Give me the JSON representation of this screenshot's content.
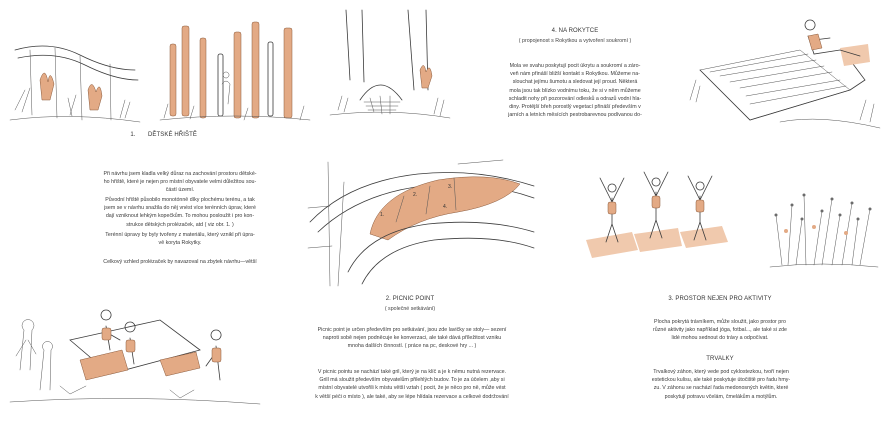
{
  "sections": {
    "playground": {
      "number": "1.",
      "title": "DĚTSKÉ HŘIŠTĚ",
      "paragraphs": [
        "Při návrhu jsem kladla velký důraz na zachování prostoru dětské-\nho hřiště, které je nejen pro místní obyvatele velmi důležitou sou-\nčástí území.",
        "Původní hřiště působilo monotónně díky plochému terénu, a tak\njsem se v návrhu snažila do něj vnést více terénních úprav, které\ndají vzniknout lehkým kopečkům. To mohou posloužit i pro kon-\nstrukce dětských prolézaček, atd ( viz obr. 1. )",
        "Terénní úpravy by byly tvořeny z materiálu, který vznikl při úpra-\nvě koryta Rokytky.",
        "Celkový vzhled prolézaček by navazoval na zbytek návrhu—větší"
      ]
    },
    "rokytka": {
      "title": "4. NA ROKYTCE",
      "subtitle": "( propojenost s Rokytkou a vytvoření soukromí )",
      "paragraph": "Mola ve svahu poskytují pocit úkrytu a soukromí a záro-\nveň nám přináší bližší kontakt s Rokytkou. Můžeme na-\nslouchat jejímu šumotu a sledovat její proud. Některá\nmola jsou tak blízko vodnímu toku, že si v něm můžeme\nschladit nohy při pozorování odlesků a odrazů vodní hla-\ndiny. Protější břeh porostlý vegetací přináší především v\njarních a letních měsících pestrobarevnou podívanou do-"
    },
    "picnic": {
      "title": "2. PICNIC POINT",
      "subtitle": "( společné setkávání)",
      "paragraphs": [
        "Picnic point je určen především pro setkávání, jsou zde lavičky se stoly— sezení\nnaproti sobě nejen podněcuje ke konverzaci, ale také dává příležitost vzniku\nmnoha dalších činností. ( práce na pc, deskové hry ... )",
        "V picnic pointu se nachází také gril, který je na klíč a je k němu nutná rezervace.\nGrill má sloužit především obyvatelům přilehlých budov. To je za účelem ,aby si\nmístní obyvatelé utvořili k místu větší vztah ( pocit, že je něco pro ně, může vést\nk větší péči o místo ), ale také, aby se lépe hlídala rezervace a celkové dodržování"
      ]
    },
    "activities": {
      "title": "3. PROSTOR NEJEN PRO AKTIVITY",
      "paragraph": "Plocha pokrytá trávníkem, může sloužit, jako prostor pro\nrůzné aktivity jako například jóga, fotbal..., ale také si zde\nlidé mohou sednout do trávy a odpočívat.",
      "subheading": "TRVALKY",
      "paragraph2": "Trvalkový záhon, který vede pod cyklostezkou, tvoří nejen\nestetickou kulisu, ale také poskytuje útočiště pro řadu hmy-\nzu. V záhonu se nachází řada medonosných květin, které\nposkytují potravu včelám, čmelákům a motýlům."
    }
  },
  "map": {
    "zone_labels": [
      "1.",
      "2.",
      "3.",
      "4."
    ]
  },
  "colors": {
    "accent_ochre": "#e3aa85",
    "ink": "#3b3b3b"
  }
}
